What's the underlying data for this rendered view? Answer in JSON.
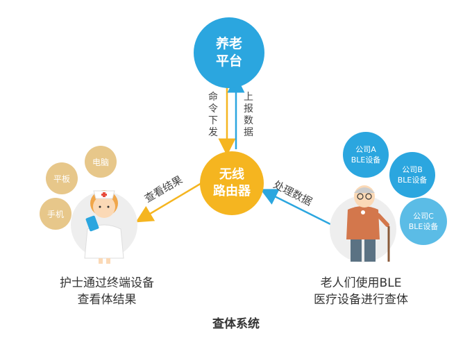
{
  "platform": {
    "line1": "养老",
    "line2": "平台"
  },
  "router": {
    "line1": "无线",
    "line2": "路由器"
  },
  "arrows": {
    "command_down": [
      "命",
      "令",
      "下",
      "发"
    ],
    "report_up": [
      "上",
      "报",
      "数",
      "据"
    ],
    "view_results": "查看结果",
    "process_data": "处理数据"
  },
  "devices": {
    "pc": "电脑",
    "tablet": "平板",
    "phone": "手机"
  },
  "ble": {
    "a": {
      "line1": "公司A",
      "line2": "BLE设备"
    },
    "b": {
      "line1": "公司B",
      "line2": "BLE设备"
    },
    "c": {
      "line1": "公司C",
      "line2": "BLE设备"
    }
  },
  "captions": {
    "nurse_line1": "护士通过终端设备",
    "nurse_line2": "查看体结果",
    "elder_line1": "老人们使用BLE",
    "elder_line2": "医疗设备进行查体",
    "system_title": "查体系统"
  },
  "colors": {
    "blue": "#2ba6df",
    "yellow": "#f5b520",
    "tan": "#e7c78a",
    "light_blue": "#5bbce6",
    "gray_bg": "#eeeeee"
  }
}
